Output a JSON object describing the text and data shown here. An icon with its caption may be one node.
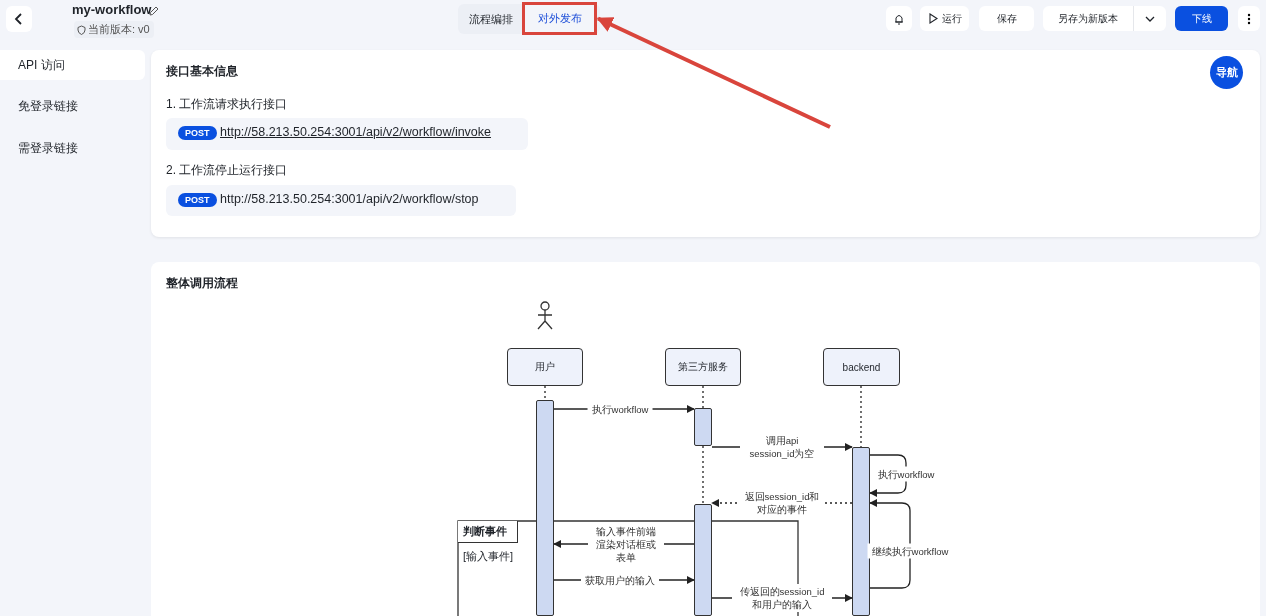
{
  "diagram": {
    "nodes": [
      {
        "text": [
          "对外发布"
        ]
      },
      {
        "text": [
          "用户"
        ]
      },
      {
        "text": [
          "第三方服务"
        ]
      },
      {
        "text": [
          "backend"
        ]
      },
      {
        "text": [],
        "shape": "bar"
      },
      {
        "text": [],
        "shape": "bar"
      },
      {
        "text": [],
        "shape": "bar"
      },
      {
        "text": [],
        "shape": "bar"
      },
      {
        "text": [
          "判断事件",
          "[输入事件]"
        ]
      }
    ],
    "edges": [
      {
        "from": null,
        "to": 0,
        "arrow": "to",
        "style": "thick",
        "color": "#d9453c"
      },
      {
        "from": 1,
        "to": 4,
        "arrow": "none",
        "style": "dashed"
      },
      {
        "from": 2,
        "to": 5,
        "arrow": "none",
        "style": "dashed"
      },
      {
        "from": 5,
        "to": 7,
        "arrow": "none",
        "style": "dashed"
      },
      {
        "from": 3,
        "to": 6,
        "arrow": "none",
        "style": "dashed"
      },
      {
        "from": 4,
        "to": 5,
        "arrow": "to",
        "label": "执行workflow"
      },
      {
        "from": 5,
        "to": 6,
        "arrow": "to",
        "label": "调用api session_id为空"
      },
      {
        "from": 6,
        "to": 6,
        "arrow": "to",
        "label": "执行workflow"
      },
      {
        "from": 6,
        "to": 7,
        "arrow": "to",
        "label": "返回session_id和对应的事件",
        "style": "dashed"
      },
      {
        "from": 6,
        "to": 6,
        "arrow": "to",
        "label": "继续执行workflow"
      },
      {
        "from": 7,
        "to": 4,
        "arrow": "to",
        "label": "输入事件前端渲染对话框或表单"
      },
      {
        "from": 4,
        "to": 7,
        "arrow": "to",
        "label": "获取用户的输入"
      },
      {
        "from": 7,
        "to": 6,
        "arrow": "to",
        "label": "传返回的session_id和用户的输入"
      }
    ],
    "labels": [
      "my-workflow",
      "当前版本: v0",
      "流程编排",
      "运行",
      "保存",
      "另存为新版本",
      "下线",
      "导航",
      "API 访问",
      "免登录链接",
      "需登录链接",
      "接口基本信息",
      "1. 工作流请求执行接口",
      "POST",
      "http://58.213.50.254:3001/api/v2/workflow/invoke",
      "2. 工作流停止运行接口",
      "POST",
      "http://58.213.50.254:3001/api/v2/workflow/stop",
      "整体调用流程"
    ]
  }
}
